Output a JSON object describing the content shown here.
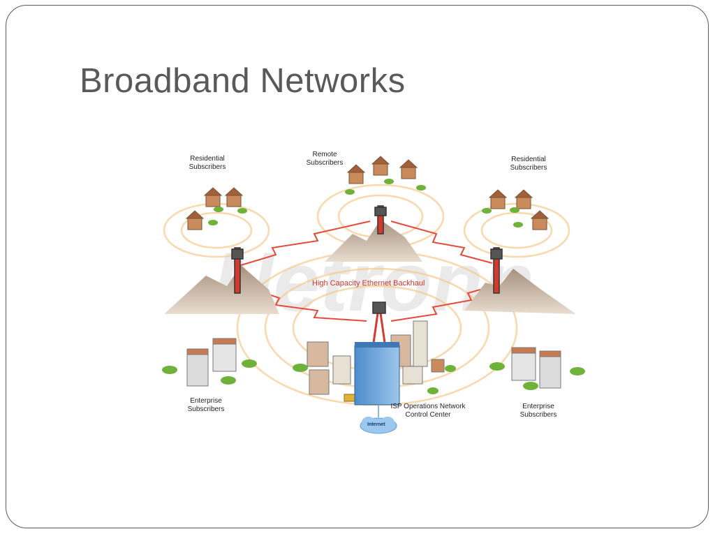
{
  "slide": {
    "title": "Broadband Networks"
  },
  "diagram": {
    "watermark": "Netronn",
    "labels": {
      "residential_left": "Residential\nSubscribers",
      "remote": "Remote\nSubscribers",
      "residential_right": "Residential\nSubscribers",
      "backhaul": "High Capacity Ethernet Backhaul",
      "enterprise_left": "Enterprise\nSubscribers",
      "isp_center": "ISP Operations Network\nControl Center",
      "enterprise_right": "Enterprise\nSubscribers",
      "internet": "Internet"
    },
    "colors": {
      "backhaul_line": "#e44a3a",
      "mountain": "#c9b29c",
      "signal_wave": "#f5c98a",
      "tower": "#d23a30",
      "hq_building": "#5b9bd5",
      "tree": "#6fb23a"
    }
  }
}
